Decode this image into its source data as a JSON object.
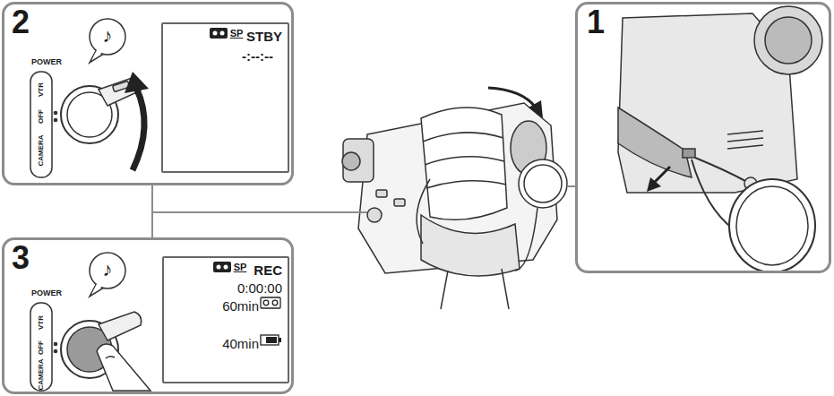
{
  "diagram": {
    "nodes": [
      {
        "text": [
          "1"
        ]
      },
      {
        "text": [
          "2"
        ]
      },
      {
        "text": [
          "STBY",
          "-:--:--"
        ],
        "in": 1
      },
      {
        "text": [
          "3"
        ]
      },
      {
        "text": [
          "REC",
          "0:00:00",
          "60min",
          "40min"
        ],
        "in": 3
      }
    ],
    "edges": [
      {
        "from": 1,
        "to": 3,
        "arrow": "none"
      }
    ],
    "labels": [
      "♪",
      "POWER",
      "VTR",
      "OFF",
      "CAMERA",
      "SP",
      "♪",
      "POWER",
      "VTR",
      "OFF",
      "CAMERA",
      "SP"
    ]
  }
}
